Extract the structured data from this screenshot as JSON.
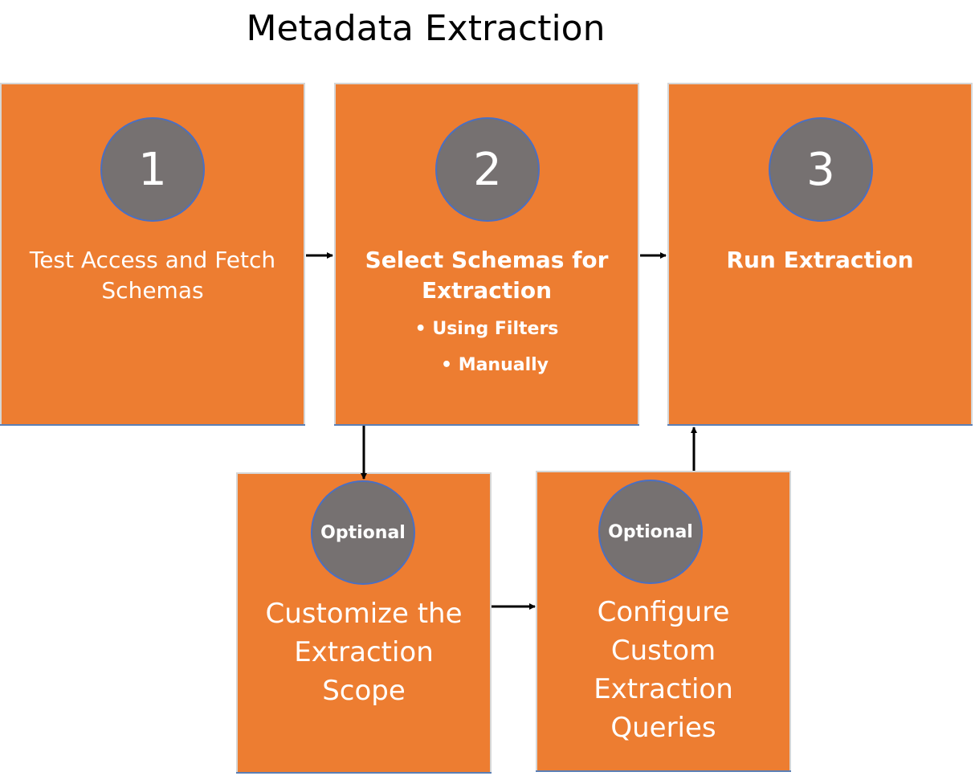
{
  "title": "Metadata Extraction",
  "steps": [
    {
      "number": "1",
      "label": "Test Access and Fetch Schemas"
    },
    {
      "number": "2",
      "label": "Select Schemas for Extraction",
      "bullets": [
        "Using Filters",
        "Manually"
      ]
    },
    {
      "number": "3",
      "label": "Run Extraction"
    }
  ],
  "optional_steps": [
    {
      "badge": "Optional",
      "label": "Customize the Extraction Scope"
    },
    {
      "badge": "Optional",
      "label": "Configure Custom Extraction Queries"
    }
  ],
  "colors": {
    "box": "#ED7D31",
    "circle": "#767171",
    "circle_border": "#4a6fc2",
    "arrow": "#000000"
  }
}
